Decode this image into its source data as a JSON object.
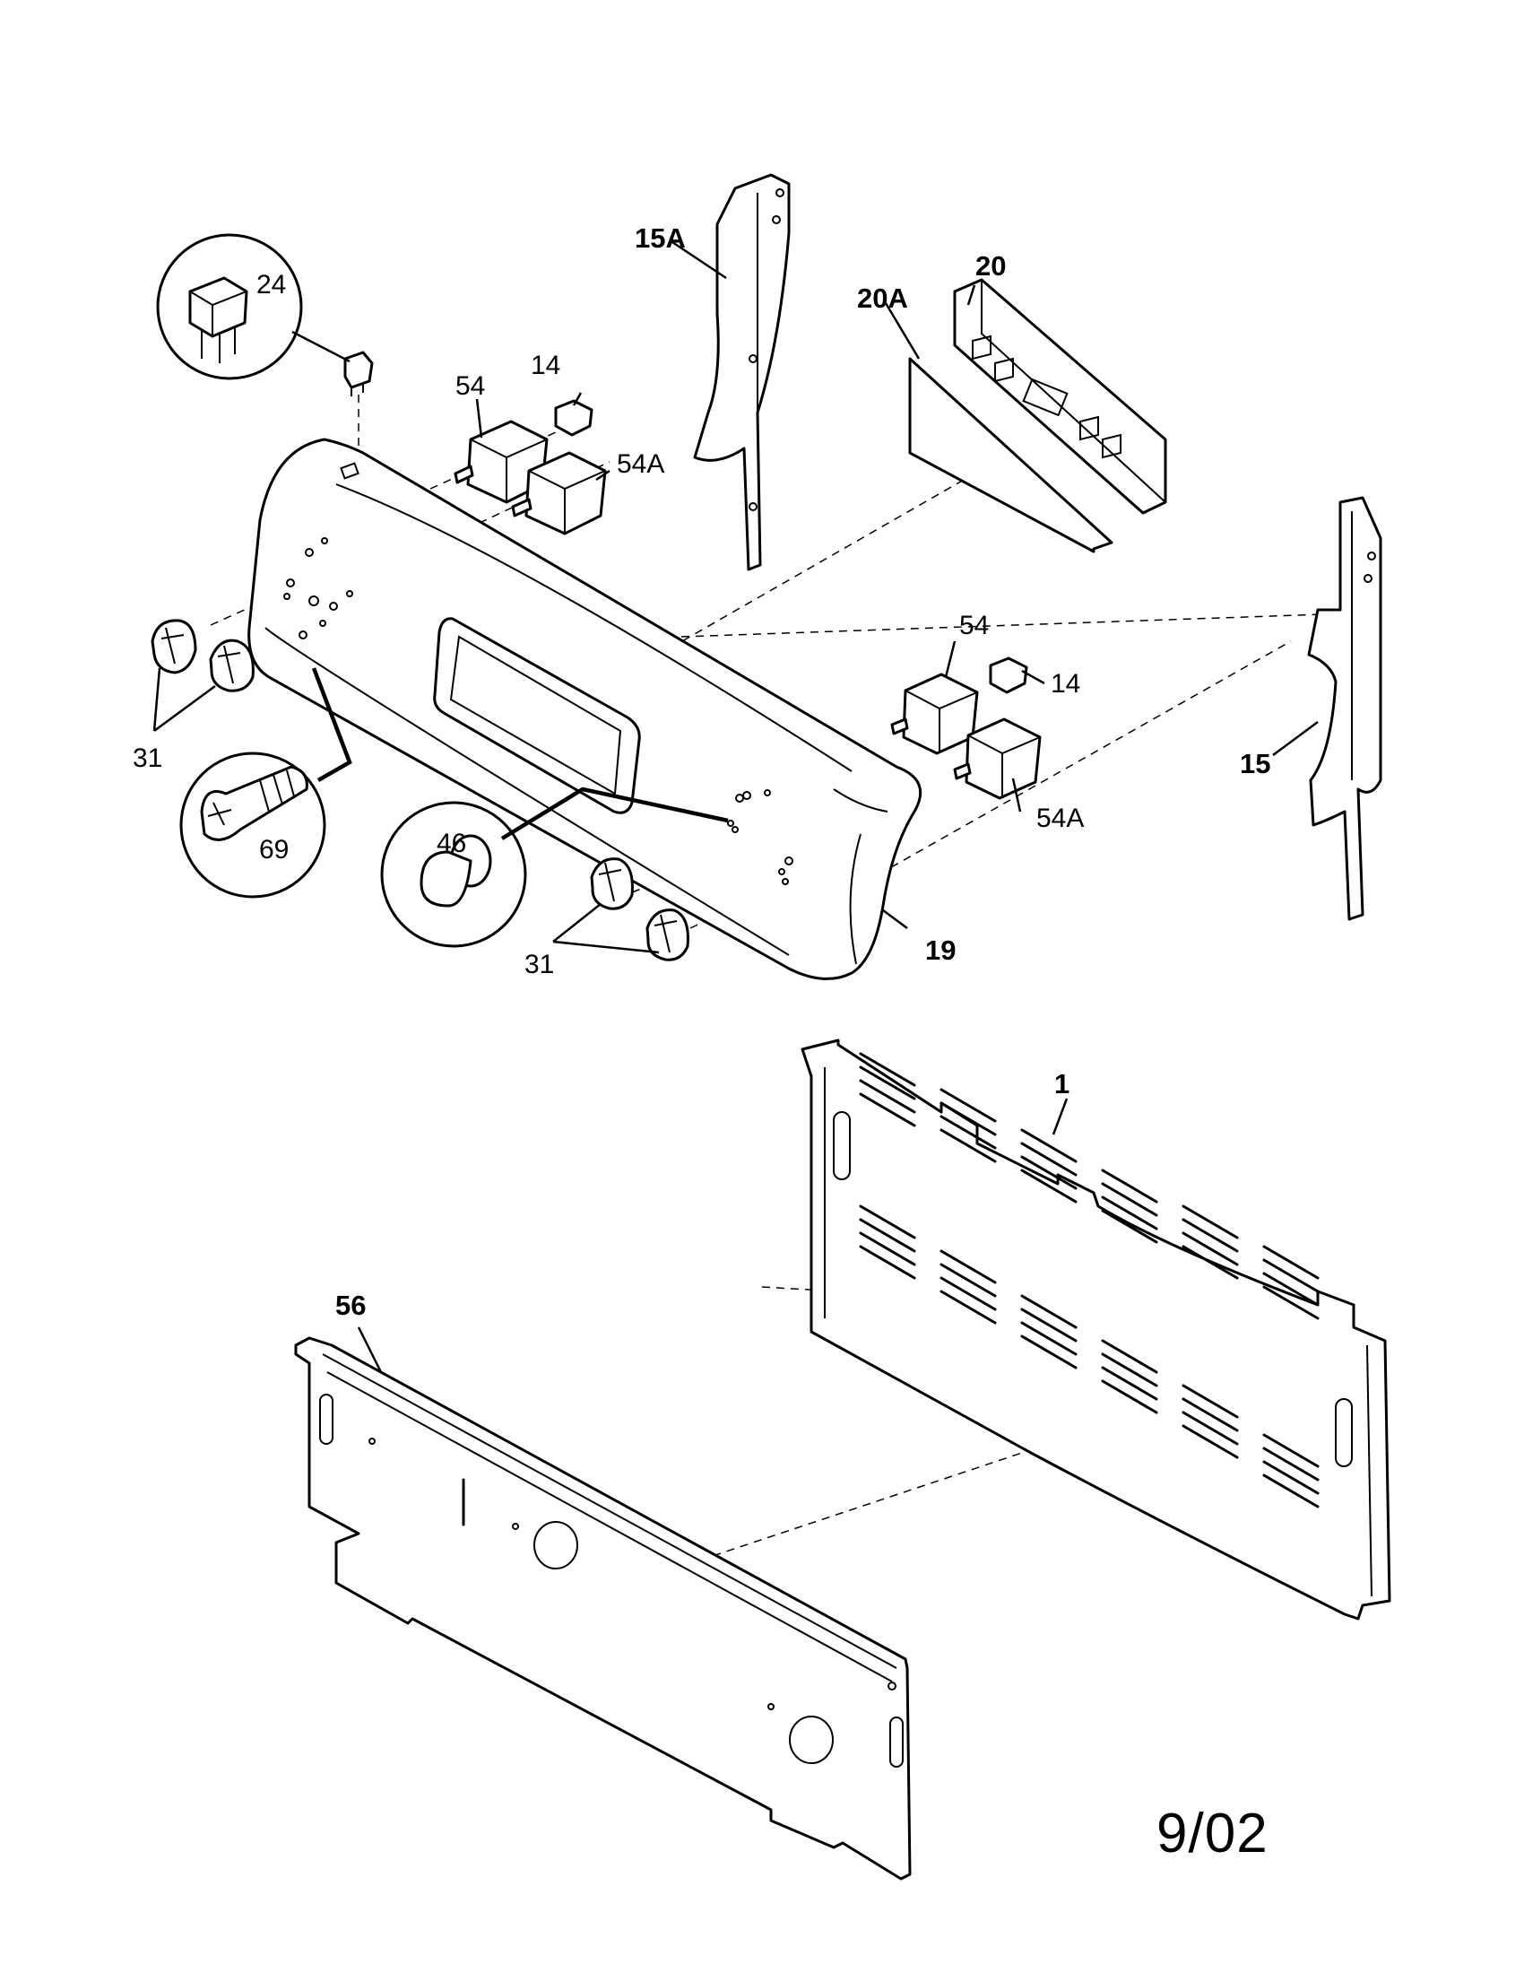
{
  "parts": {
    "p1": "1",
    "p14a": "14",
    "p14b": "14",
    "p15": "15",
    "p15a": "15A",
    "p19": "19",
    "p20": "20",
    "p20a": "20A",
    "p24": "24",
    "p31a": "31",
    "p31b": "31",
    "p46": "46",
    "p54a": "54",
    "p54b": "54",
    "p54aa": "54A",
    "p54ab": "54A",
    "p56": "56",
    "p69": "69"
  },
  "revision_date": "9/02"
}
